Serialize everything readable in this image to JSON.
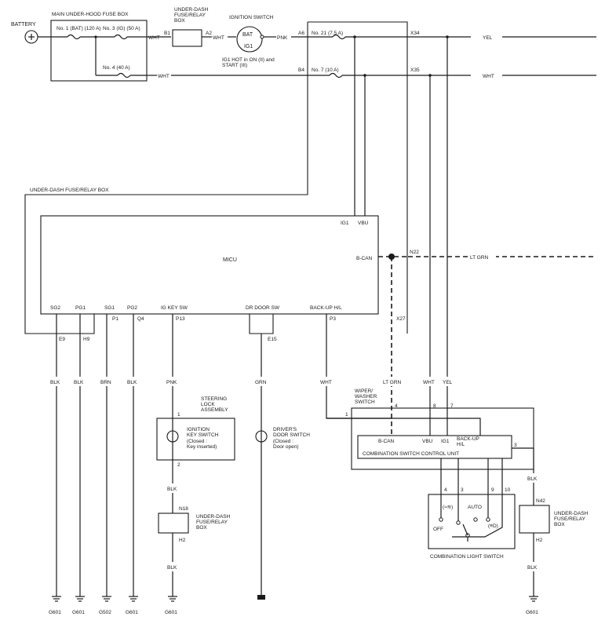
{
  "labels": {
    "battery": "BATTERY",
    "main_fuse_box": "MAIN UNDER-HOOD FUSE BOX",
    "fuse_no1": "No. 1 (BAT) (120 A)",
    "fuse_no3": "No. 3 (IG) (50 A)",
    "fuse_no4": "No. 4 (40 A)",
    "underdash_box_top": [
      "UNDER-DASH",
      "FUSE/RELAY",
      "BOX"
    ],
    "b1": "B1",
    "a2": "A2",
    "ignition_switch": "IGNITION SWITCH",
    "bat": "BAT",
    "ig1_sw": "IG1",
    "ig1_hot_note": [
      "IG1 HOT in ON (II) and",
      "START (III)"
    ],
    "a6": "A6",
    "b4": "B4",
    "fuse_no21": "No. 21 (7.5 A)",
    "fuse_no7": "No. 7 (10 A)",
    "x34": "X34",
    "x35": "X35",
    "underdash_box_main": "UNDER-DASH FUSE/RELAY BOX",
    "micu": "MICU",
    "ig1": "IG1",
    "vbu": "VBU",
    "bcan": "B-CAN",
    "n22": "N22",
    "sg2": "SG2",
    "pg1": "PG1",
    "sg1": "SG1",
    "pg2": "PG2",
    "ig_key_sw": "IG KEY SW",
    "dr_door_sw": "DR DOOR SW",
    "backup_hl": "BACK-UP H/L",
    "e9": "E9",
    "h9": "H9",
    "p1": "P1",
    "q4": "Q4",
    "p13": "P13",
    "e15": "E15",
    "p3": "P3",
    "x27": "X27",
    "steering_lock": [
      "STEERING",
      "LOCK",
      "ASSEMBLY"
    ],
    "pin1": "1",
    "pin2": "2",
    "ignition_key_switch": [
      "IGNITION",
      "KEY SWITCH",
      "(Closed :",
      "Key inserted)"
    ],
    "n18": "N18",
    "h2": "H2",
    "underdash_box_n18": [
      "UNDER-DASH",
      "FUSE/RELAY",
      "BOX"
    ],
    "drivers_door_switch": [
      "DRIVER'S",
      "DOOR SWITCH",
      "(Closed :",
      "Door open)"
    ],
    "wiper_washer_switch": [
      "WIPER/",
      "WASHER",
      "SWITCH"
    ],
    "pin4": "4",
    "pin8": "8",
    "pin7": "7",
    "pin3": "3",
    "cscu_bcan": "B-CAN",
    "cscu_vbu": "VBU",
    "cscu_ig1": "IG1",
    "cscu_backup": [
      "BACK-UP",
      "H/L"
    ],
    "cscu": "COMBINATION SWITCH CONTROL UNIT",
    "cls_pin4": "4",
    "cls_pin3": "3",
    "cls_pin9": "9",
    "cls_pin10": "10",
    "parking_lights_sym": "(≈≋)",
    "auto": "AUTO",
    "off": "OFF",
    "headlights_sym": "(≡D)",
    "combination_light_switch": "COMBINATION LIGHT SWITCH",
    "n42": "N42",
    "underdash_box_n42": [
      "UNDER-DASH",
      "FUSE/RELAY",
      "BOX"
    ],
    "h2_right": "H2"
  },
  "wire_colors": {
    "wht_battery": "WHT",
    "wht_ig": "WHT",
    "pnk_ig": "PNK",
    "yel_out": "YEL",
    "wht_out": "WHT",
    "lt_grn_out": "LT GRN",
    "blk_e9": "BLK",
    "blk_h9": "BLK",
    "brn_p1": "BRN",
    "blk_q4": "BLK",
    "pnk_p13": "PNK",
    "grn_e15": "GRN",
    "wht_p3": "WHT",
    "lt_grn_x27": "LT GRN",
    "wht_8": "WHT",
    "yel_7": "YEL",
    "blk_key_sw": "BLK",
    "blk_n18": "BLK",
    "blk_3": "BLK",
    "blk_n42": "BLK"
  },
  "grounds": [
    "G601",
    "G601",
    "G502",
    "G601",
    "G601",
    "G601"
  ]
}
